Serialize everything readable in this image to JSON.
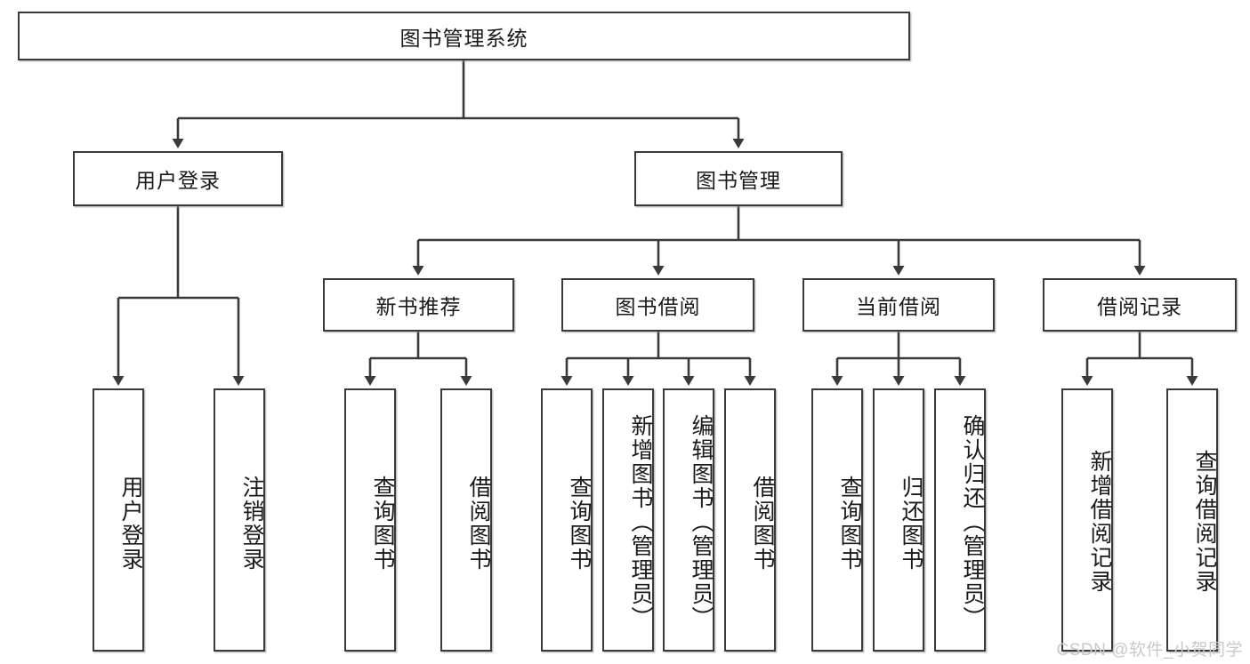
{
  "diagram": {
    "type": "tree-hierarchy-chart",
    "title": "图书管理系统",
    "watermark": "CSDN @软件_小贺同学",
    "colors": {
      "box_border": "#3a3a3a",
      "box_fill": "#ffffff",
      "connector": "#3a3a3a",
      "text": "#1a1a1a",
      "watermark": "#c9c9c9"
    },
    "levels": {
      "level1": [
        {
          "id": "root",
          "label": "图书管理系统"
        }
      ],
      "level2": [
        {
          "id": "user-login",
          "label": "用户登录"
        },
        {
          "id": "book-manage",
          "label": "图书管理"
        }
      ],
      "level3": [
        {
          "id": "new-book-recommend",
          "label": "新书推荐",
          "parent": "book-manage"
        },
        {
          "id": "book-borrow",
          "label": "图书借阅",
          "parent": "book-manage"
        },
        {
          "id": "current-borrow",
          "label": "当前借阅",
          "parent": "book-manage"
        },
        {
          "id": "borrow-record",
          "label": "借阅记录",
          "parent": "book-manage"
        }
      ],
      "leaves": {
        "user_login": [
          {
            "id": "leaf-user-login",
            "label": "用户登录"
          },
          {
            "id": "leaf-logout-login",
            "label": "注销登录"
          }
        ],
        "new_book_recommend": [
          {
            "id": "leaf-query-book-1",
            "label": "查询图书"
          },
          {
            "id": "leaf-borrow-book-1",
            "label": "借阅图书"
          }
        ],
        "book_borrow": [
          {
            "id": "leaf-query-book-2",
            "label": "查询图书"
          },
          {
            "id": "leaf-add-book",
            "label": "新增图书（管理员）"
          },
          {
            "id": "leaf-edit-book",
            "label": "编辑图书（管理员）"
          },
          {
            "id": "leaf-borrow-book-2",
            "label": "借阅图书"
          }
        ],
        "current_borrow": [
          {
            "id": "leaf-query-book-3",
            "label": "查询图书"
          },
          {
            "id": "leaf-return-book",
            "label": "归还图书"
          },
          {
            "id": "leaf-confirm-return",
            "label": "确认归还（管理员）"
          }
        ],
        "borrow_record": [
          {
            "id": "leaf-add-record",
            "label": "新增借阅记录"
          },
          {
            "id": "leaf-query-record",
            "label": "查询借阅记录"
          }
        ]
      }
    }
  }
}
